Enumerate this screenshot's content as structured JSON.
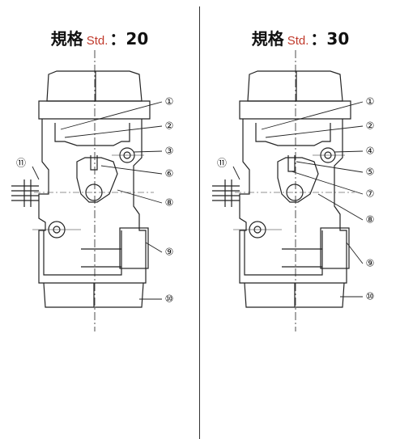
{
  "left": {
    "title": {
      "main": "規格",
      "std": "Std.",
      "sep": "：",
      "value": "20"
    },
    "callouts": [
      "①",
      "②",
      "③",
      "⑥",
      "⑧",
      "⑪",
      "⑨",
      "⑩"
    ]
  },
  "right": {
    "title": {
      "main": "規格",
      "std": "Std.",
      "sep": "：",
      "value": "30"
    },
    "callouts": [
      "①",
      "②",
      "④",
      "⑤",
      "⑦",
      "⑧",
      "⑪",
      "⑨",
      "⑩"
    ]
  },
  "colors": {
    "line": "#222222",
    "accent": "#c0392b",
    "background": "#ffffff"
  }
}
